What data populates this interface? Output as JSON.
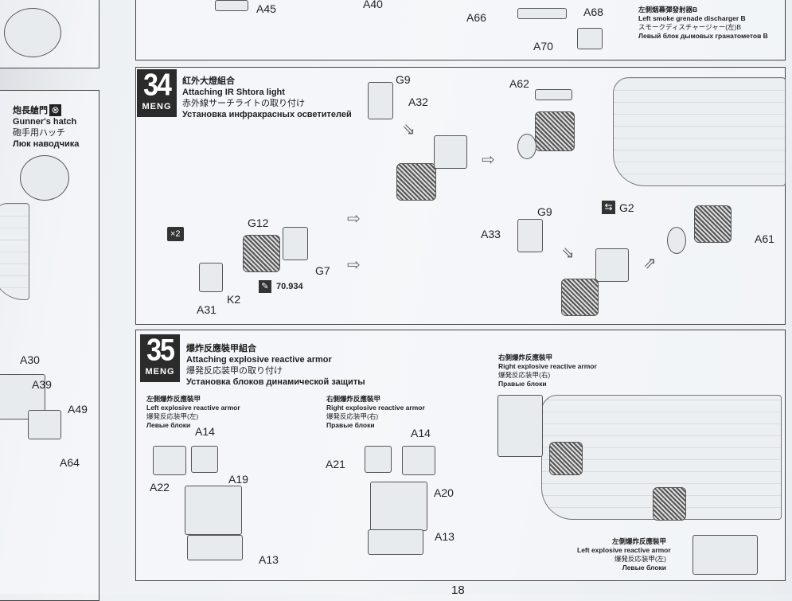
{
  "top_section": {
    "parts": [
      "A45",
      "A40",
      "A66",
      "A68",
      "A70"
    ],
    "caption": {
      "cn": "左側烟幕彈發射器B",
      "en": "Left smoke grenade discharger B",
      "jp": "スモークディスチャージャー(左)B",
      "ru": "Левый блок дымовых гранатометов B"
    }
  },
  "left_page": {
    "caption": {
      "cn": "炮長艙門",
      "en": "Gunner's hatch",
      "jp": "砲手用ハッチ",
      "ru": "Люк наводчика"
    },
    "parts": [
      "A30",
      "A39",
      "A49",
      "A64"
    ]
  },
  "step34": {
    "number": "34",
    "brand": "MENG",
    "cn": "紅外大燈組合",
    "en": "Attaching IR Shtora light",
    "jp": "赤外線サーチライトの取り付け",
    "ru": "Установка инфракрасных осветителей",
    "multiplier": "×2",
    "paint_code": "70.934",
    "parts": [
      "G9",
      "A32",
      "A62",
      "G2",
      "G9",
      "A33",
      "A61",
      "G12",
      "G7",
      "A31",
      "K2"
    ]
  },
  "step35": {
    "number": "35",
    "brand": "MENG",
    "cn": "爆炸反應裝甲組合",
    "en": "Attaching explosive reactive armor",
    "jp": "爆発反応装甲の取り付け",
    "ru": "Установка блоков динамической защиты",
    "left_caption": {
      "cn": "左側爆炸反應裝甲",
      "en": "Left explosive reactive armor",
      "jp": "爆発反応装甲(左)",
      "ru": "Левые блоки"
    },
    "right_caption": {
      "cn": "右側爆炸反應裝甲",
      "en": "Right explosive reactive armor",
      "jp": "爆発反応装甲(右)",
      "ru": "Правые блоки"
    },
    "parts": [
      "A14",
      "A22",
      "A19",
      "A13",
      "A14",
      "A21",
      "A20",
      "A13"
    ]
  },
  "page_number": "18"
}
